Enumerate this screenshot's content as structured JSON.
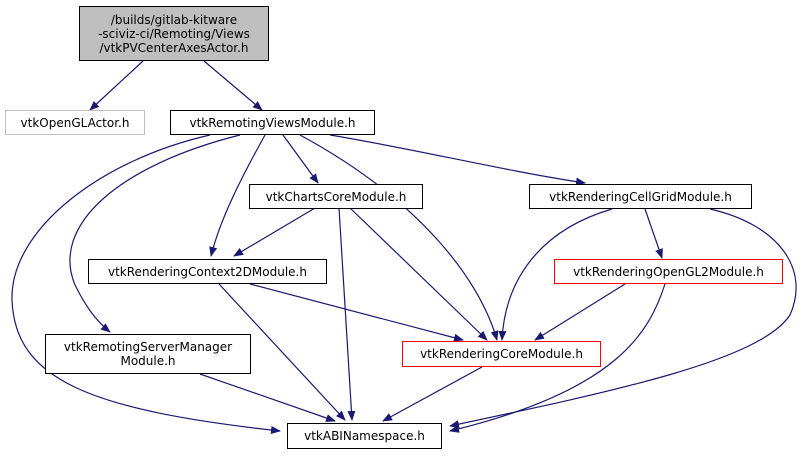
{
  "colors": {
    "edge": "#191970",
    "red_border": "#ff0000",
    "gray_border": "#bfbfbf",
    "root_fill": "#bfbfbf"
  },
  "nodes": {
    "root": {
      "label": "/builds/gitlab-kitware\n-sciviz-ci/Remoting/Views\n/vtkPVCenterAxesActor.h"
    },
    "opengl_actor": {
      "label": "vtkOpenGLActor.h"
    },
    "remoting_views": {
      "label": "vtkRemotingViewsModule.h"
    },
    "charts_core": {
      "label": "vtkChartsCoreModule.h"
    },
    "cellgrid": {
      "label": "vtkRenderingCellGridModule.h"
    },
    "context2d": {
      "label": "vtkRenderingContext2DModule.h"
    },
    "opengl2": {
      "label": "vtkRenderingOpenGL2Module.h"
    },
    "server_manager": {
      "label": "vtkRemotingServerManager\nModule.h"
    },
    "rendering_core": {
      "label": "vtkRenderingCoreModule.h"
    },
    "abi": {
      "label": "vtkABINamespace.h"
    }
  }
}
